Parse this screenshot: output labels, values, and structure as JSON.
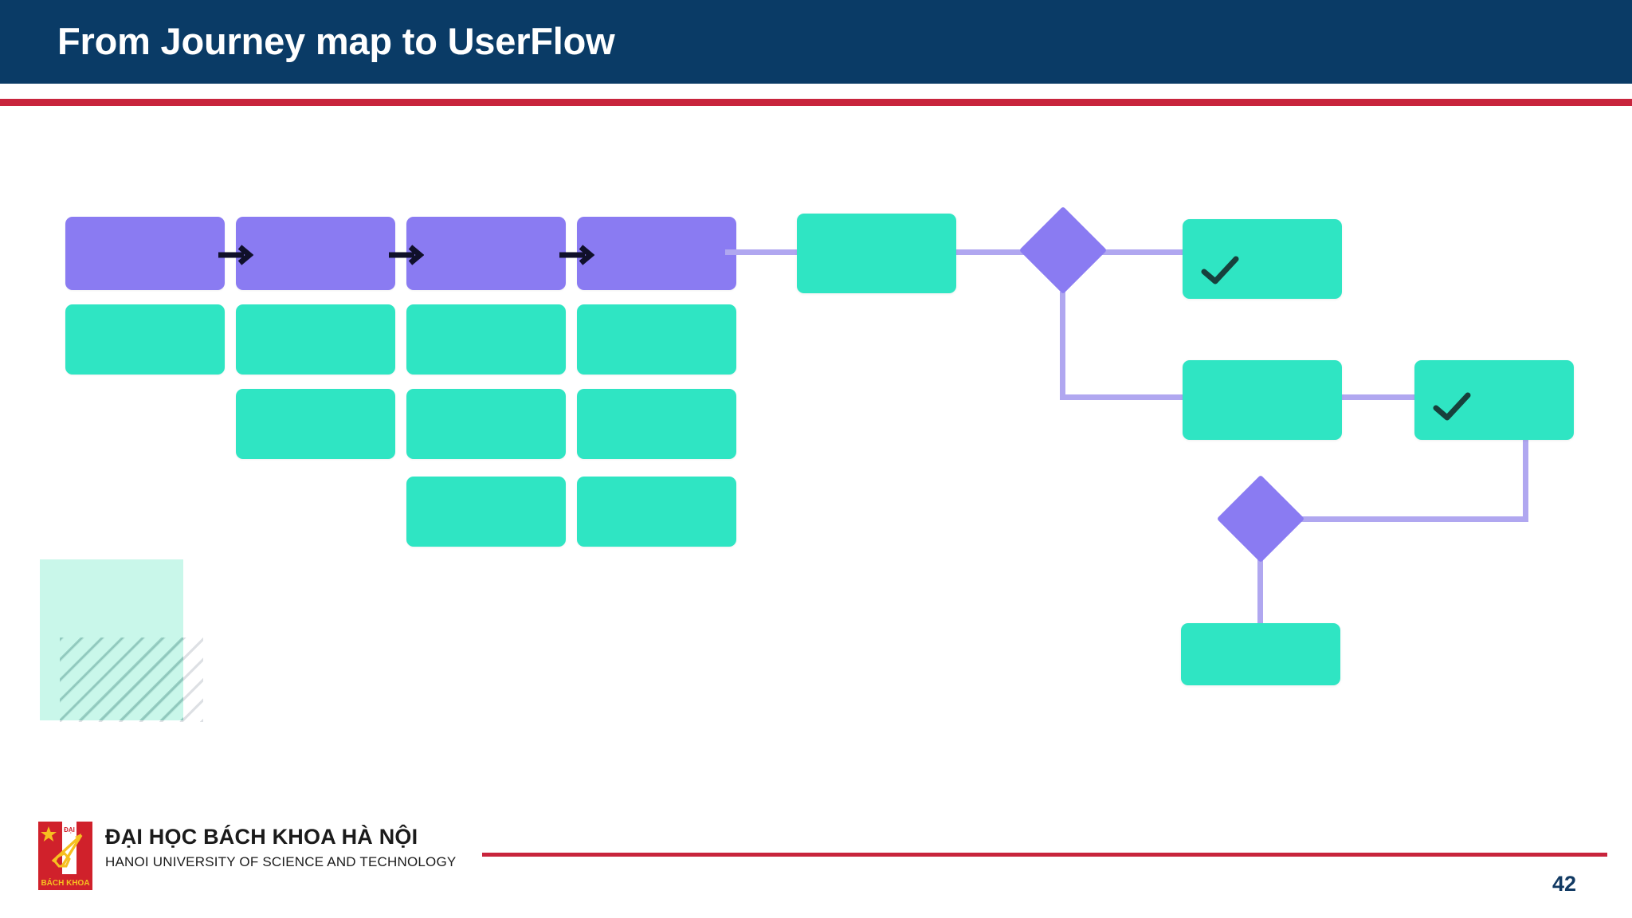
{
  "slide": {
    "title": "From Journey map to UserFlow",
    "page_number": "42",
    "colors": {
      "header_navy": "#0a3b66",
      "accent_red": "#c8243c",
      "purple": "#8a7bf2",
      "teal": "#2fe5c3",
      "connector_purple": "#b0a7f0",
      "mint_decor": "#7eebce",
      "page_number_navy": "#123a63"
    }
  },
  "journey_map": {
    "name": "journey-map-grid",
    "columns": 4,
    "stage_row": {
      "type": "purple",
      "count": 4,
      "label": ""
    },
    "arrows": {
      "icon": "arrow-right-icon",
      "count": 3
    },
    "rows": [
      {
        "type": "purple",
        "cells": [
          "",
          "",
          "",
          ""
        ]
      },
      {
        "type": "teal",
        "cells": [
          "",
          "",
          "",
          ""
        ]
      },
      {
        "type": "teal",
        "cells": [
          null,
          "",
          "",
          ""
        ]
      },
      {
        "type": "teal",
        "cells": [
          null,
          null,
          "",
          ""
        ]
      }
    ]
  },
  "user_flow": {
    "name": "user-flow-diagram",
    "nodes": [
      {
        "id": "n1",
        "shape": "rect",
        "label": "",
        "check": false
      },
      {
        "id": "d1",
        "shape": "diamond",
        "label": "",
        "check": false
      },
      {
        "id": "n2",
        "shape": "rect",
        "label": "",
        "check": true
      },
      {
        "id": "n3",
        "shape": "rect",
        "label": "",
        "check": false
      },
      {
        "id": "n4",
        "shape": "rect",
        "label": "",
        "check": true
      },
      {
        "id": "d2",
        "shape": "diamond",
        "label": "",
        "check": false
      },
      {
        "id": "n5",
        "shape": "rect",
        "label": "",
        "check": false
      }
    ],
    "edges": [
      {
        "from": "n1",
        "to": "d1"
      },
      {
        "from": "d1",
        "to": "n2"
      },
      {
        "from": "d1",
        "to": "n3"
      },
      {
        "from": "n3",
        "to": "n4"
      },
      {
        "from": "n4",
        "to": "d2"
      },
      {
        "from": "d2",
        "to": "n5"
      }
    ],
    "check_icon": "check-mark-icon"
  },
  "decoration": {
    "mint_square": "mint-square-decoration",
    "hatch_square": "diagonal-hatch-decoration"
  },
  "footer": {
    "logo_name": "hust-logo",
    "logo_text_top": "ĐẠI HỌC",
    "logo_text_bottom": "BÁCH KHOA",
    "university_vn": "ĐẠI HỌC BÁCH KHOA HÀ NỘI",
    "university_en": "HANOI UNIVERSITY OF SCIENCE AND TECHNOLOGY"
  }
}
